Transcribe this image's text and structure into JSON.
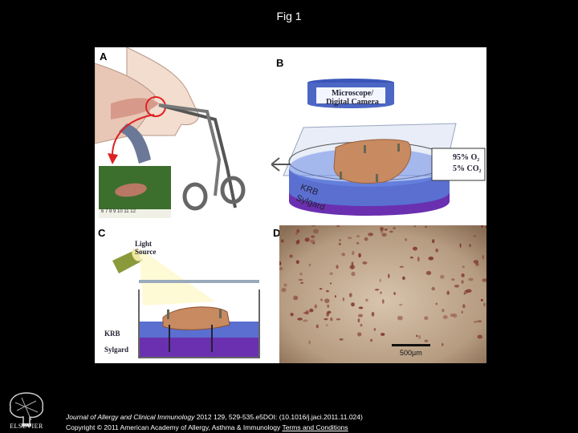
{
  "page": {
    "title": "Fig 1"
  },
  "panels": {
    "a": {
      "label": "A",
      "ruler_text": "6  7  8  9  10  11  12"
    },
    "b": {
      "label": "B",
      "microscope_line1": "Microscope/",
      "microscope_line2": "Digital Camera",
      "gas_line1": "95% O₂",
      "gas_line2": "5% CO₂",
      "krb": "KRB",
      "sylgard": "Sylgard"
    },
    "c": {
      "label": "C",
      "light_line1": "Light",
      "light_line2": "Source",
      "krb": "KRB",
      "sylgard": "Sylgard"
    },
    "d": {
      "label": "D",
      "scale_bar": "500µm"
    }
  },
  "footer": {
    "journal": "Journal of Allergy and Clinical Immunology",
    "citation": " 2012 129, 529-535.e5DOI: (10.1016/j.jaci.2011.11.024)",
    "copyright": "Copyright © 2011 American Academy of Allergy, Asthma & Immunology",
    "terms": "Terms and Conditions"
  },
  "publisher": {
    "name": "ELSEVIER"
  },
  "colors": {
    "krb_blue": "#5a6fd0",
    "sylgard_purple": "#6a30b0",
    "tissue": "#c88a60",
    "background": "#000000"
  }
}
